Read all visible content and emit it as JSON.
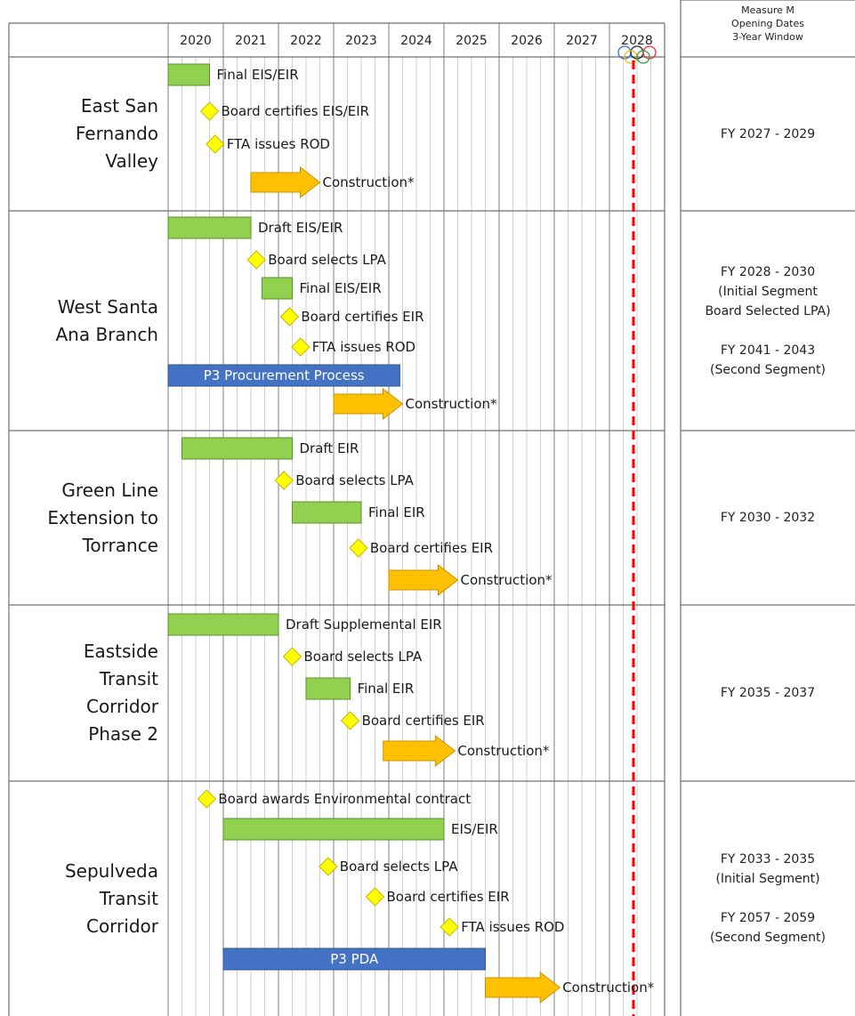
{
  "years": [
    "2020",
    "2021",
    "2022",
    "2023",
    "2024",
    "2025",
    "2026",
    "2027",
    "2028"
  ],
  "olympic_marker_year": 2028,
  "right_header": [
    "Measure M",
    "Opening Dates",
    "3-Year Window"
  ],
  "colors": {
    "green_bar": "#92d050",
    "blue_bar": "#4472c4",
    "orange_arrow": "#ffc000",
    "milestone": "#ffff00",
    "olympic_line": "#ff0000"
  },
  "projects": [
    {
      "name": "East San\nFernando\nValley",
      "opening": [
        "FY 2027 - 2029"
      ],
      "tasks": [
        {
          "type": "bar",
          "label": "Final EIS/EIR",
          "start": 2020.0,
          "end": 2020.75
        },
        {
          "type": "milestone",
          "label": "Board certifies EIS/EIR",
          "at": 2020.75
        },
        {
          "type": "milestone",
          "label": "FTA issues ROD",
          "at": 2020.85
        },
        {
          "type": "arrow",
          "label": "Construction*",
          "start": 2021.5,
          "end": 2022.75
        }
      ]
    },
    {
      "name": "West Santa\nAna Branch",
      "opening": [
        "FY 2028 - 2030",
        "(Initial Segment",
        "Board Selected LPA)",
        "",
        "FY 2041 - 2043",
        "(Second Segment)"
      ],
      "tasks": [
        {
          "type": "bar",
          "label": "Draft EIS/EIR",
          "start": 2020.0,
          "end": 2021.5
        },
        {
          "type": "milestone",
          "label": "Board selects LPA",
          "at": 2021.6
        },
        {
          "type": "bar",
          "label": "Final EIS/EIR",
          "start": 2021.7,
          "end": 2022.25
        },
        {
          "type": "milestone",
          "label": "Board certifies EIR",
          "at": 2022.2
        },
        {
          "type": "milestone",
          "label": "FTA issues ROD",
          "at": 2022.4
        },
        {
          "type": "blue",
          "label": "P3 Procurement Process",
          "start": 2020.0,
          "end": 2024.2
        },
        {
          "type": "arrow",
          "label": "Construction*",
          "start": 2023.0,
          "end": 2024.25
        }
      ]
    },
    {
      "name": "Green Line\nExtension to\nTorrance",
      "opening": [
        "FY 2030 - 2032"
      ],
      "tasks": [
        {
          "type": "bar",
          "label": "Draft EIR",
          "start": 2020.25,
          "end": 2022.25
        },
        {
          "type": "milestone",
          "label": "Board selects LPA",
          "at": 2022.1
        },
        {
          "type": "bar",
          "label": "Final EIR",
          "start": 2022.25,
          "end": 2023.5
        },
        {
          "type": "milestone",
          "label": "Board certifies EIR",
          "at": 2023.45
        },
        {
          "type": "arrow",
          "label": "Construction*",
          "start": 2024.0,
          "end": 2025.25
        }
      ]
    },
    {
      "name": "Eastside\nTransit\nCorridor\nPhase 2",
      "opening": [
        "FY 2035 - 2037"
      ],
      "tasks": [
        {
          "type": "bar",
          "label": "Draft Supplemental EIR",
          "start": 2020.0,
          "end": 2022.0
        },
        {
          "type": "milestone",
          "label": "Board selects LPA",
          "at": 2022.25
        },
        {
          "type": "bar",
          "label": "Final EIR",
          "start": 2022.5,
          "end": 2023.3
        },
        {
          "type": "milestone",
          "label": "Board certifies EIR",
          "at": 2023.3
        },
        {
          "type": "arrow",
          "label": "Construction*",
          "start": 2023.9,
          "end": 2025.2
        }
      ]
    },
    {
      "name": "Sepulveda\nTransit\nCorridor",
      "opening": [
        "FY 2033 - 2035",
        "(Initial Segment)",
        "",
        "FY 2057 - 2059",
        "(Second Segment)"
      ],
      "tasks": [
        {
          "type": "milestone",
          "label": "Board awards Environmental contract",
          "at": 2020.7
        },
        {
          "type": "bar",
          "label": "EIS/EIR",
          "start": 2021.0,
          "end": 2025.0
        },
        {
          "type": "milestone",
          "label": "Board selects LPA",
          "at": 2022.9
        },
        {
          "type": "milestone",
          "label": "Board certifies EIR",
          "at": 2023.75
        },
        {
          "type": "milestone",
          "label": "FTA issues ROD",
          "at": 2025.1
        },
        {
          "type": "blue",
          "label": "P3 PDA",
          "start": 2021.0,
          "end": 2025.75
        },
        {
          "type": "arrow",
          "label": "Construction*",
          "start": 2025.75,
          "end": 2027.1
        }
      ]
    }
  ]
}
